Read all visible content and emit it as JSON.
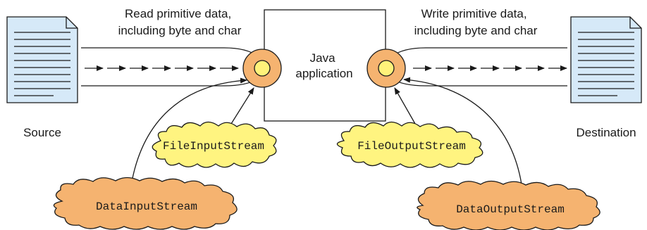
{
  "source_caption": [
    "Read primitive data,",
    "including byte and char"
  ],
  "destination_caption": [
    "Write primitive data,",
    "including byte and char"
  ],
  "application_label": [
    "Java",
    "application"
  ],
  "source_label": "Source",
  "destination_label": "Destination",
  "streams": {
    "file_input": "FileInputStream",
    "data_input": "DataInputStream",
    "file_output": "FileOutputStream",
    "data_output": "DataOutputStream"
  },
  "colors": {
    "document_fill": "#d6e9f8",
    "port_fill": "#f5b370",
    "port_inner": "#fff27a",
    "file_cloud": "#fff480",
    "data_cloud": "#f5b370",
    "stroke": "#1a1a1a"
  }
}
